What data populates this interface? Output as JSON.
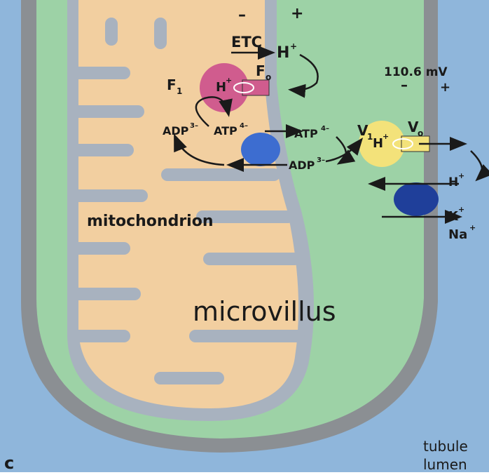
{
  "panel_label": "c",
  "labels": {
    "etc": "ETC",
    "h_plus": "H",
    "plus_sup": "+",
    "f1": "F",
    "f1_sub": "1",
    "fo": "F",
    "fo_sub": "o",
    "v1": "V",
    "v1_sub": "1",
    "vo": "V",
    "vo_sub": "o",
    "voltage": "110.6 mV",
    "minus": "–",
    "plus": "+",
    "adp": "ADP",
    "adp_sup": "3–",
    "atp": "ATP",
    "atp_sup": "4–",
    "k": "K",
    "na": "Na",
    "mitochondrion": "mitochondrion",
    "microvillus": "microvillus",
    "tubule": "tubule",
    "lumen": "lumen"
  },
  "colors": {
    "lumen": "#8fb6db",
    "membrane": "#8b8f93",
    "cytoplasm": "#9dd2a6",
    "mito_membrane": "#a8b2bf",
    "matrix": "#f2cfa0",
    "f1_atpase": "#d05c8e",
    "v1_atpase": "#f3e27a",
    "transporter": "#3d6dd0",
    "antiporter": "#1f3f9a",
    "arrow": "#1a1a1a"
  }
}
